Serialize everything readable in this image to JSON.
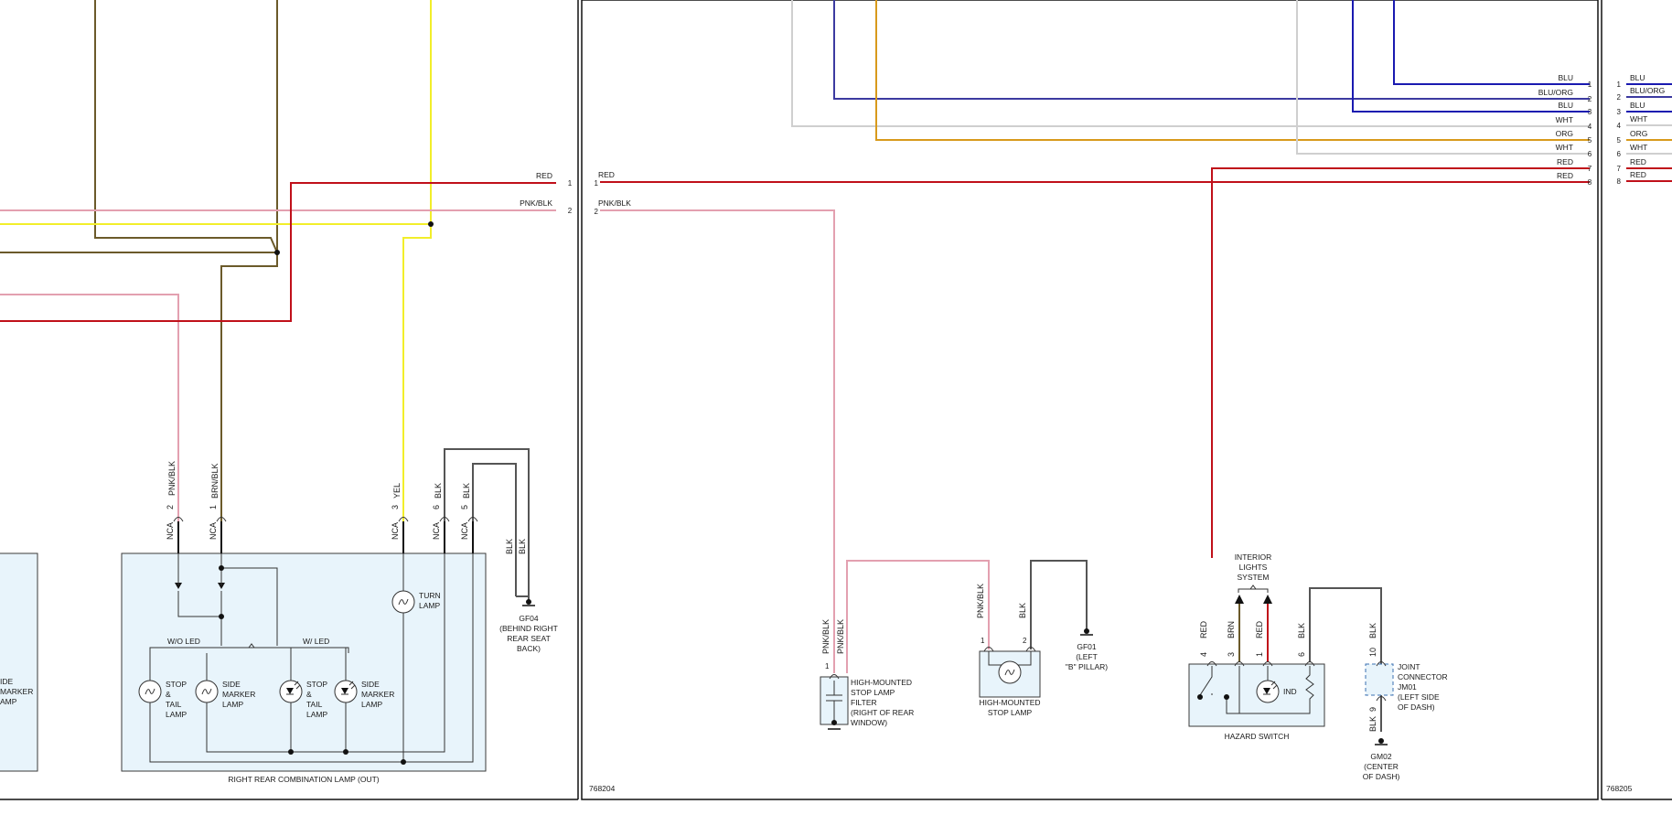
{
  "colors": {
    "red": "#c0101a",
    "pink": "#e3a0b0",
    "yellow": "#f2ee2a",
    "brown": "#6b5a2a",
    "black": "#222222",
    "blue": "#1a1ab0",
    "purple": "#3c3aa0",
    "orange": "#d89a1c",
    "white_wire": "#cfcfcf",
    "gray": "#555555",
    "component_fill": "#e8f4fb"
  },
  "left_panel": {
    "connector_pins": [
      {
        "pin": "1",
        "wire": "RED"
      },
      {
        "pin": "2",
        "wire": "PNK/BLK"
      }
    ],
    "lamp_wires": [
      "PNK/BLK",
      "BRN/BLK",
      "YEL",
      "BLK",
      "BLK"
    ],
    "lamp_pins": [
      {
        "prefix": "NCA",
        "pin": "2"
      },
      {
        "prefix": "NCA",
        "pin": "1"
      },
      {
        "prefix": "NCA",
        "pin": "3"
      },
      {
        "prefix": "NCA",
        "pin": "6"
      },
      {
        "prefix": "NCA",
        "pin": "5"
      }
    ],
    "ground_wires": [
      "BLK",
      "BLK"
    ],
    "turn_lamp": "TURN\nLAMP",
    "wo_led": "W/O LED",
    "w_led": "W/ LED",
    "lamps": [
      "STOP\n&\nTAIL\nLAMP",
      "SIDE\nMARKER\nLAMP",
      "STOP\n&\nTAIL\nLAMP",
      "SIDE\nMARKER\nLAMP"
    ],
    "partial_lamp": "IDE\nMARKER\nAMP",
    "component_title": "RIGHT REAR COMBINATION LAMP (OUT)",
    "ground_name": "GF04",
    "ground_desc": "(BEHIND RIGHT\nREAR SEAT\nBACK)"
  },
  "middle_panel": {
    "id": "768204",
    "in_pins": [
      {
        "pin": "1",
        "wire": "RED"
      },
      {
        "pin": "2",
        "wire": "PNK/BLK"
      }
    ],
    "out_pins": [
      {
        "pin": "1",
        "wire": "BLU"
      },
      {
        "pin": "2",
        "wire": "BLU/ORG"
      },
      {
        "pin": "3",
        "wire": "BLU"
      },
      {
        "pin": "4",
        "wire": "WHT"
      },
      {
        "pin": "5",
        "wire": "ORG"
      },
      {
        "pin": "6",
        "wire": "WHT"
      },
      {
        "pin": "7",
        "wire": "RED"
      },
      {
        "pin": "8",
        "wire": "RED"
      }
    ],
    "filter": {
      "wires": [
        "PNK/BLK",
        "PNK/BLK"
      ],
      "pin": "1",
      "title": "HIGH-MOUNTED\nSTOP LAMP\nFILTER\n(RIGHT OF REAR\nWINDOW)"
    },
    "stop_lamp": {
      "wires": [
        "PNK/BLK",
        "BLK"
      ],
      "pins": [
        "1",
        "2"
      ],
      "title": "HIGH-MOUNTED\nSTOP LAMP",
      "ground_name": "GF01",
      "ground_desc": "(LEFT\n\"B\" PILLAR)"
    },
    "hazard": {
      "interior": "INTERIOR\nLIGHTS\nSYSTEM",
      "wires": [
        "RED",
        "BRN",
        "RED",
        "BLK"
      ],
      "pins": [
        "4",
        "3",
        "1",
        "6"
      ],
      "ind": "IND",
      "title": "HAZARD SWITCH"
    },
    "joint": {
      "wire_top": "BLK",
      "pin_top": "10",
      "wire_bottom": "BLK",
      "pin_bottom": "9",
      "title": "JOINT\nCONNECTOR\nJM01\n(LEFT SIDE\nOF DASH)",
      "ground_name": "GM02",
      "ground_desc": "(CENTER\nOF DASH)"
    }
  },
  "right_panel": {
    "id": "768205",
    "pins": [
      {
        "pin": "1",
        "wire": "BLU"
      },
      {
        "pin": "2",
        "wire": "BLU/ORG"
      },
      {
        "pin": "3",
        "wire": "BLU"
      },
      {
        "pin": "4",
        "wire": "WHT"
      },
      {
        "pin": "5",
        "wire": "ORG"
      },
      {
        "pin": "6",
        "wire": "WHT"
      },
      {
        "pin": "7",
        "wire": "RED"
      },
      {
        "pin": "8",
        "wire": "RED"
      }
    ]
  }
}
